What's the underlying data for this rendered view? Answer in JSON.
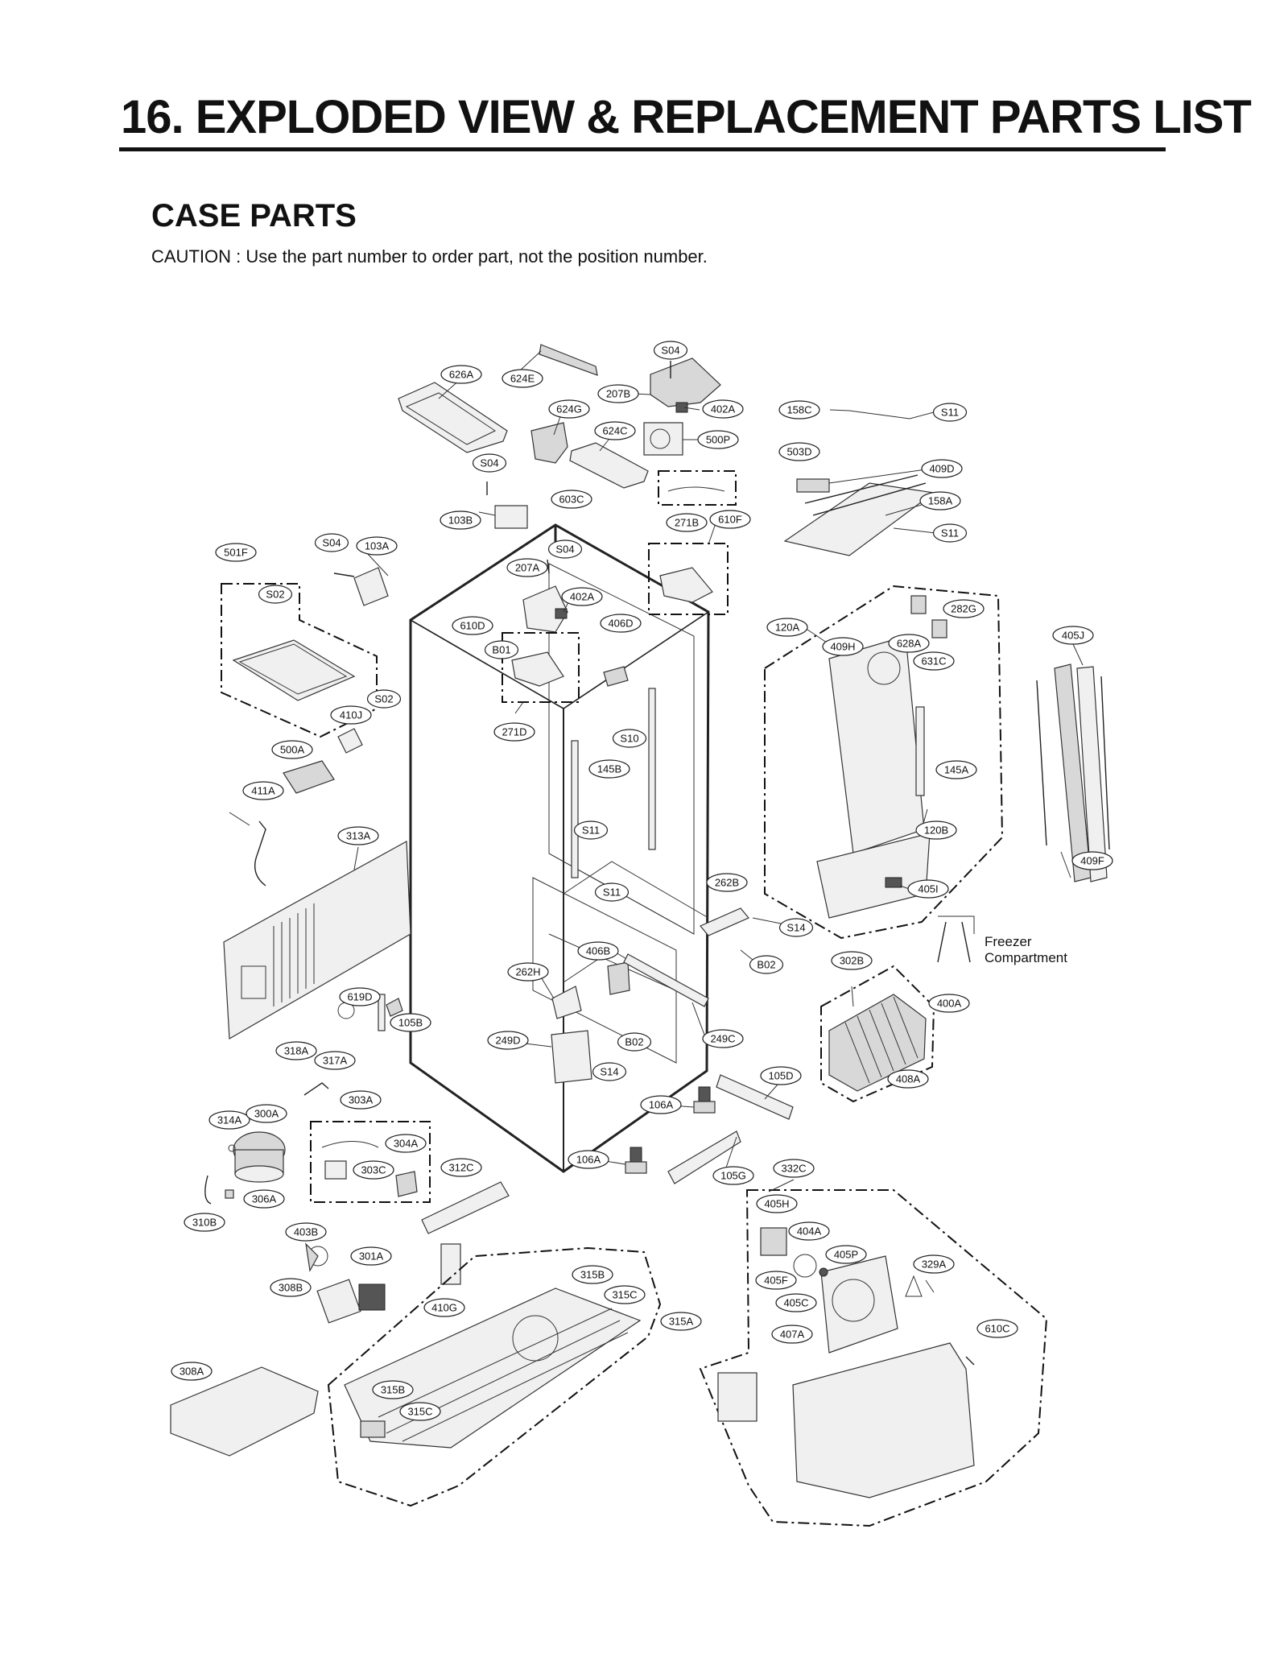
{
  "header": {
    "title": "16. EXPLODED VIEW & REPLACEMENT PARTS LIST"
  },
  "section": {
    "title": "CASE PARTS",
    "caution": "CAUTION : Use the part number to order part, not the position number."
  },
  "labels": {
    "freezer_line1": "Freezer",
    "freezer_line2": "Compartment"
  },
  "callouts": [
    "S04",
    "626A",
    "624E",
    "207B",
    "402A",
    "624G",
    "158C",
    "S11",
    "624C",
    "500P",
    "503D",
    "409D",
    "S04",
    "603C",
    "158A",
    "103B",
    "271B",
    "610F",
    "S11",
    "S04",
    "103A",
    "S04",
    "501F",
    "207A",
    "S02",
    "402A",
    "282G",
    "610D",
    "406D",
    "120A",
    "405J",
    "B01",
    "409H",
    "628A",
    "631C",
    "S02",
    "410J",
    "271D",
    "S10",
    "500A",
    "145B",
    "145A",
    "411A",
    "S11",
    "120B",
    "313A",
    "409F",
    "S11",
    "262B",
    "405I",
    "S14",
    "406B",
    "Freezer",
    "B02",
    "302B",
    "262H",
    "619D",
    "105B",
    "400A",
    "249D",
    "B02",
    "249C",
    "318A",
    "317A",
    "S14",
    "105D",
    "408A",
    "303A",
    "106A",
    "314A",
    "300A",
    "304A",
    "303C",
    "106A",
    "312C",
    "105G",
    "332C",
    "306A",
    "405H",
    "310B",
    "403B",
    "404A",
    "301A",
    "405P",
    "329A",
    "315B",
    "405F",
    "308B",
    "315C",
    "405C",
    "410G",
    "315A",
    "407A",
    "610C",
    "308A",
    "315B",
    "315C"
  ]
}
